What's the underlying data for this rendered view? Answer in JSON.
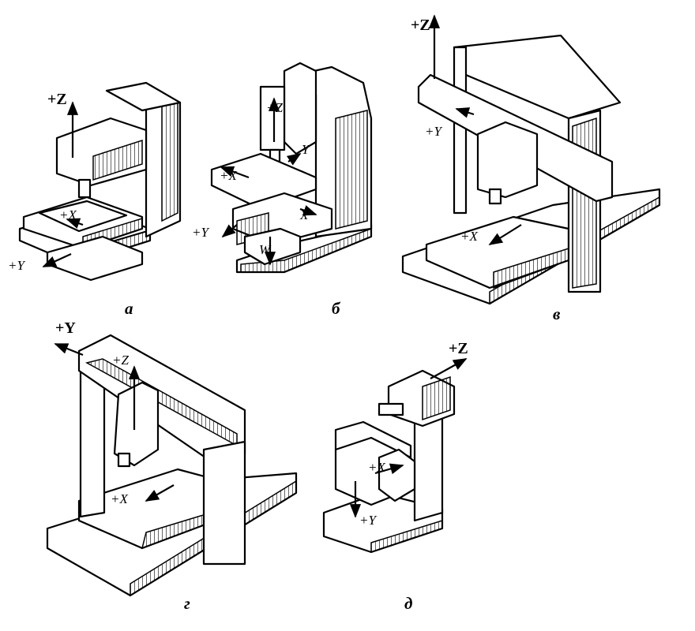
{
  "machines": [
    {
      "id": "a",
      "caption": "а",
      "axes": [
        "+Z",
        "+X",
        "+Y"
      ]
    },
    {
      "id": "b",
      "caption": "б",
      "axes": [
        "+Z",
        "+X",
        "+Y",
        "X",
        "Y",
        "W"
      ]
    },
    {
      "id": "v",
      "caption": "в",
      "axes": [
        "+Z",
        "+Y",
        "+X"
      ]
    },
    {
      "id": "g",
      "caption": "г",
      "axes": [
        "+Y",
        "+Z",
        "+X"
      ]
    },
    {
      "id": "d",
      "caption": "д",
      "axes": [
        "+Z",
        "+X",
        "+Y"
      ]
    }
  ],
  "colors": {
    "ink": "#000000",
    "paper": "#ffffff"
  }
}
